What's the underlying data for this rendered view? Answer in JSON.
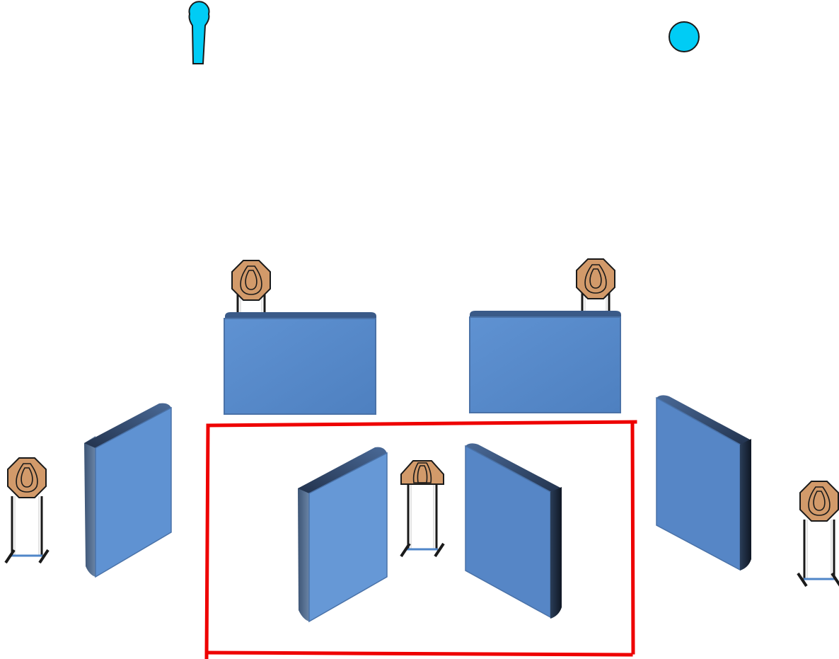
{
  "diagram": {
    "kind": "shooting-stage-layout",
    "colors": {
      "background": "#ffffff",
      "wall_front": "#5a8bcb",
      "wall_front_light": "#6698d6",
      "wall_top": "#3a5a88",
      "wall_side_dark": "#1c2a3f",
      "wall_side_light": "#59708f",
      "target_fill": "#d29a6a",
      "target_stroke": "#1a1a1a",
      "shooter_marker": "#00ccf5",
      "fault_line": "#ee0000",
      "stand_base": "#4f86c8"
    },
    "markers": [
      {
        "name": "start-position-marker",
        "shape": "keyhole"
      },
      {
        "name": "start-position-marker-round",
        "shape": "circle"
      }
    ],
    "barricades": [
      {
        "name": "barricade-rear-left",
        "style": "flat"
      },
      {
        "name": "barricade-rear-right",
        "style": "flat"
      },
      {
        "name": "barricade-left-angled",
        "style": "angled-left"
      },
      {
        "name": "barricade-right-angled",
        "style": "angled-right"
      },
      {
        "name": "barricade-center-left",
        "style": "angled-left"
      },
      {
        "name": "barricade-center-right",
        "style": "angled-right"
      }
    ],
    "targets": [
      {
        "name": "target-rear-left",
        "type": "octagon"
      },
      {
        "name": "target-rear-right",
        "type": "octagon"
      },
      {
        "name": "target-far-left",
        "type": "octagon"
      },
      {
        "name": "target-far-right",
        "type": "octagon"
      },
      {
        "name": "target-center",
        "type": "trapezoid"
      }
    ],
    "shooting_box": {
      "name": "shooting-area-box"
    }
  }
}
